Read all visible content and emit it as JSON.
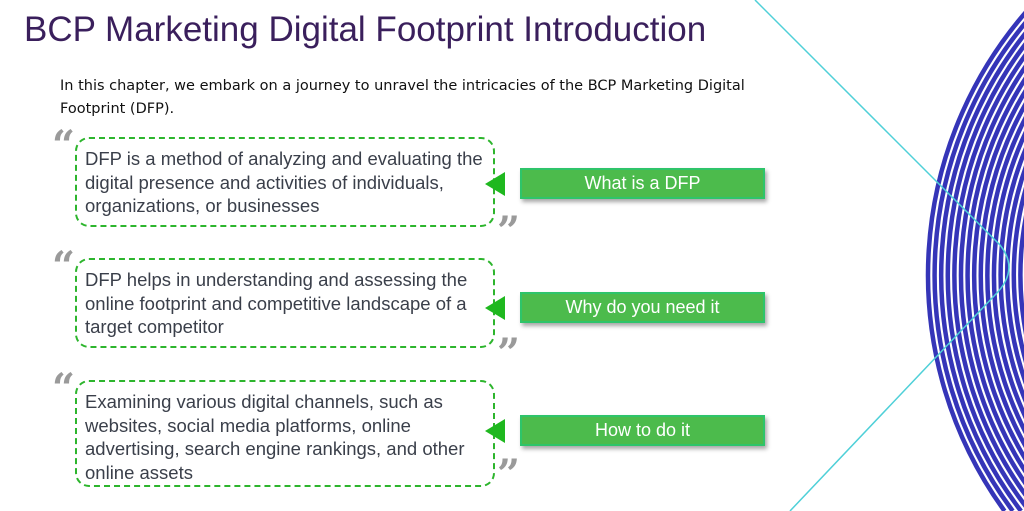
{
  "title": "BCP Marketing Digital Footprint Introduction",
  "intro": "In this chapter, we embark on a journey to unravel the intricacies of the BCP Marketing Digital Footprint (DFP).",
  "quote_open": "“",
  "quote_close": "”",
  "sections": [
    {
      "text": "DFP is a method of analyzing and evaluating the digital presence and activities of individuals, organizations, or businesses",
      "button": "What is a DFP"
    },
    {
      "text": "DFP helps in understanding and assessing the online footprint and competitive landscape of a target competitor",
      "button": "Why do you need it"
    },
    {
      "text": "Examining various digital channels, such as websites, social media platforms, online advertising, search engine rankings, and other online assets",
      "button": "How to do it"
    }
  ],
  "colors": {
    "title": "#3a1f5c",
    "accent_green": "#4cbb4c",
    "rings": "#3535b8",
    "line": "#4fd0d8"
  }
}
